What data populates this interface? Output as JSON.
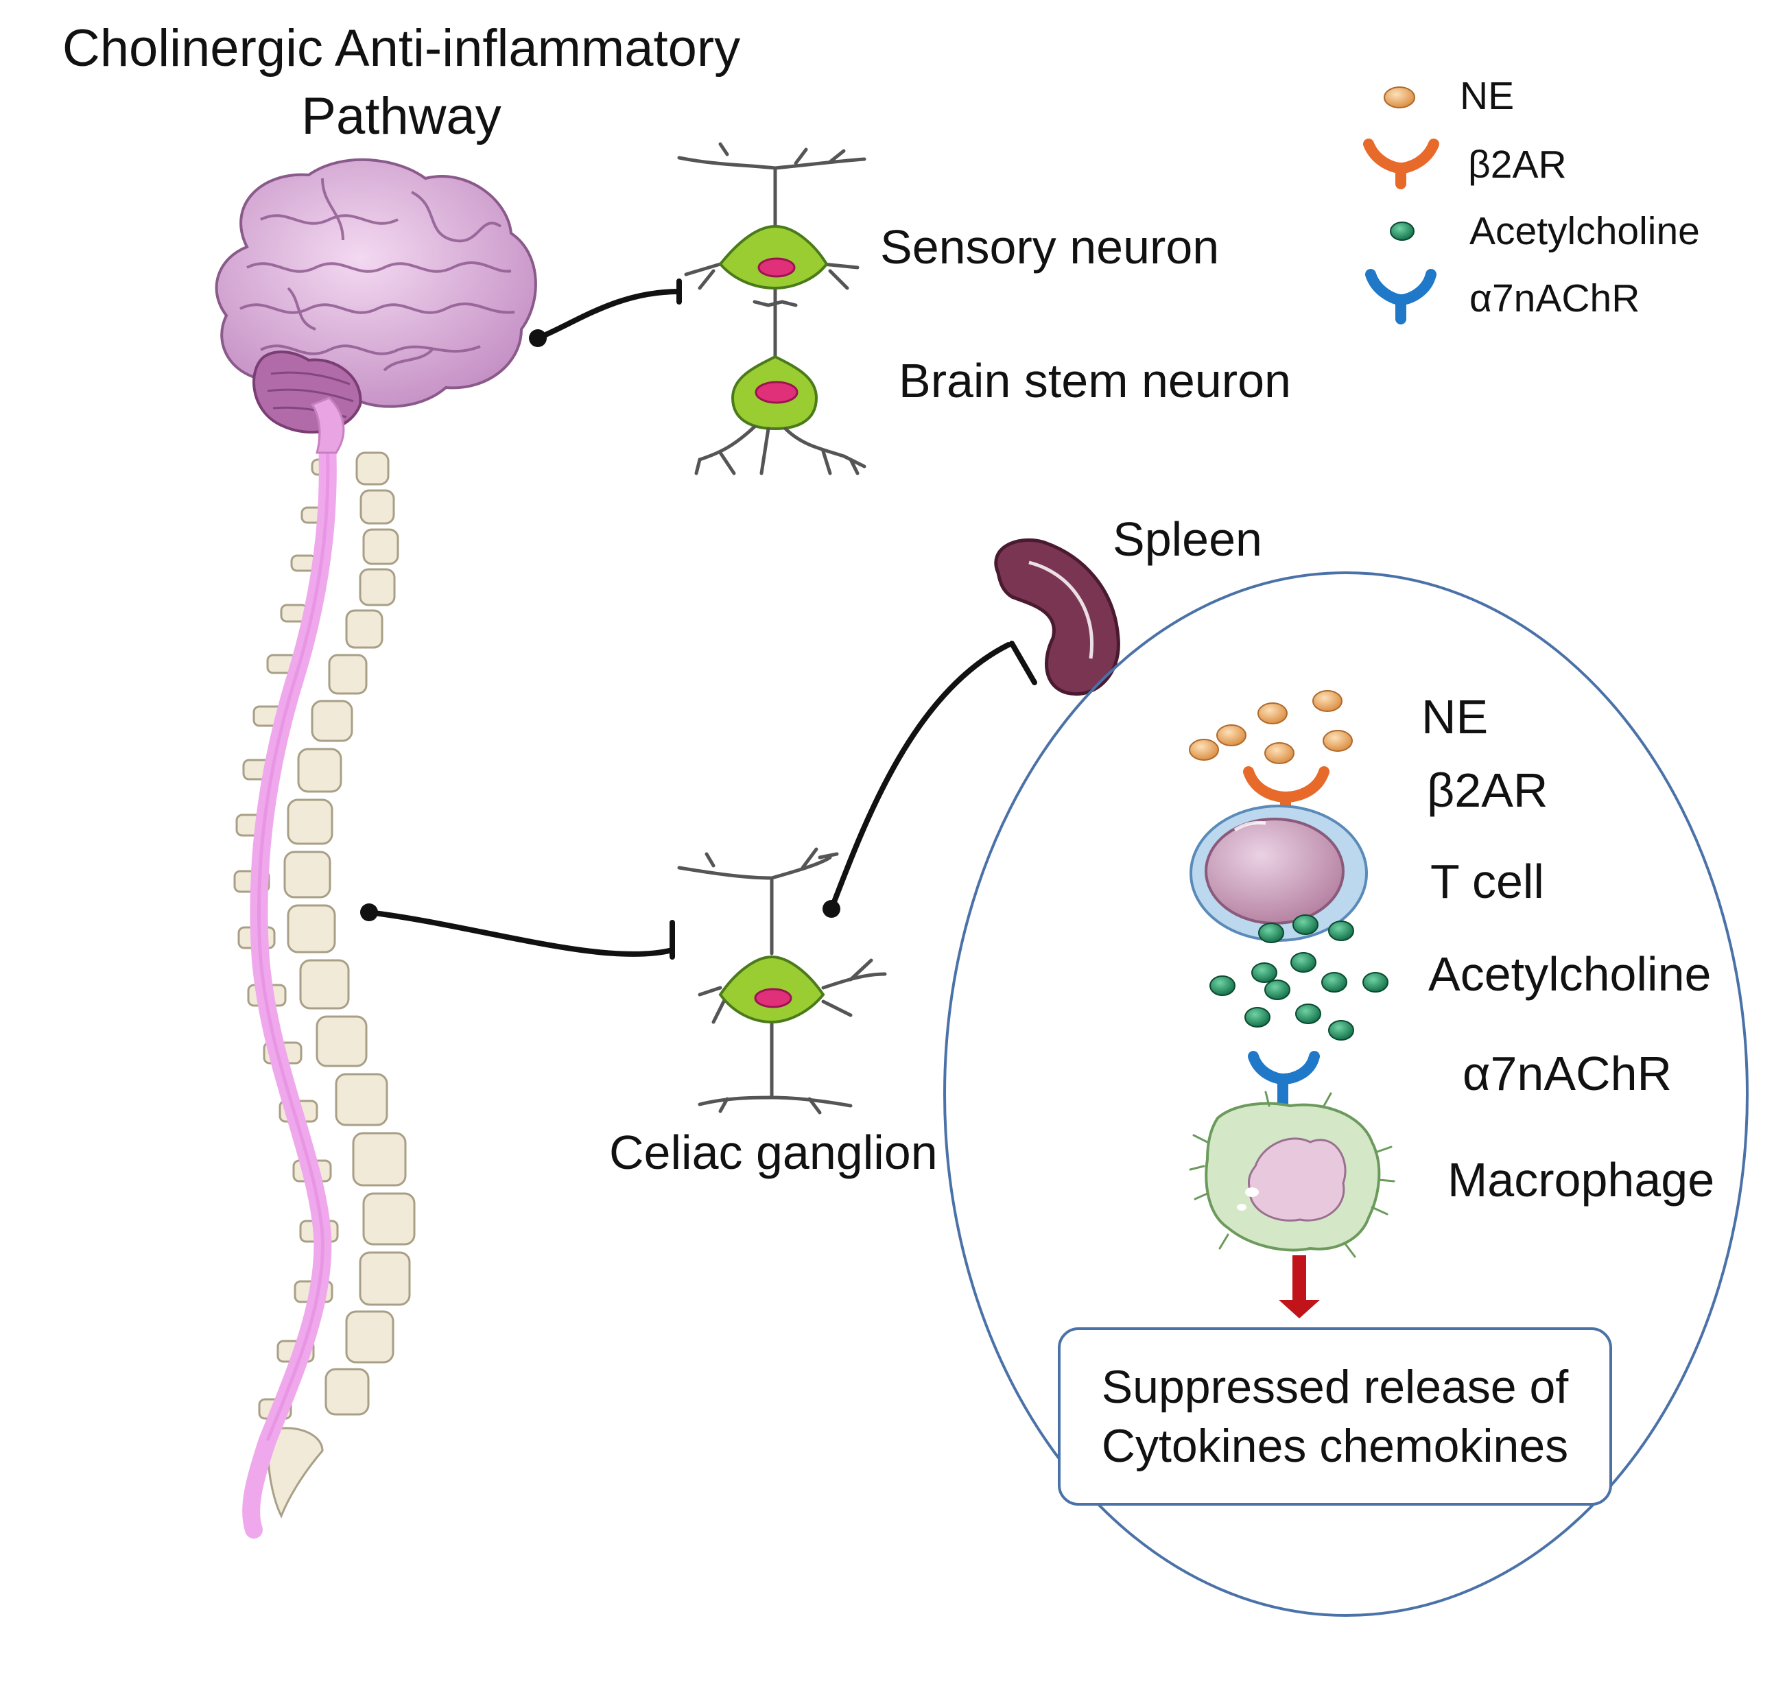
{
  "title": {
    "line1": "Cholinergic Anti-inflammatory",
    "line2": "Pathway"
  },
  "legend": [
    {
      "icon": "ne-molecule-icon",
      "label": "NE",
      "color": "#e8a15a"
    },
    {
      "icon": "beta2ar-receptor-icon",
      "label": "β2AR",
      "color": "#e86a2a"
    },
    {
      "icon": "acetylcholine-molecule-icon",
      "label": "Acetylcholine",
      "color": "#1e8a5c"
    },
    {
      "icon": "a7nachr-receptor-icon",
      "label": "α7nAChR",
      "color": "#1f78c8"
    }
  ],
  "neurons": {
    "sensory": "Sensory neuron",
    "brainstem": "Brain stem neuron",
    "celiac": "Celiac ganglion"
  },
  "spleen": {
    "label": "Spleen"
  },
  "spleen_detail": {
    "ne": "NE",
    "beta2ar": "β2AR",
    "tcell": "T cell",
    "acetylcholine": "Acetylcholine",
    "a7nachr": "α7nAChR",
    "macrophage": "Macrophage"
  },
  "outcome": {
    "line1": "Suppressed release of",
    "line2": "Cytokines chemokines"
  },
  "colors": {
    "brain": "#d9a8d6",
    "spinal_cord": "#f0a8ec",
    "vertebra": "#f1ead8",
    "neuron_body": "#9acd32",
    "nucleus": "#e0307a",
    "spleen": "#7a3552",
    "t_cell": "#c58fb0",
    "macrophage": "#d4e8c8",
    "arrow": "#c0141a",
    "outline_blue": "#4a72a8"
  }
}
